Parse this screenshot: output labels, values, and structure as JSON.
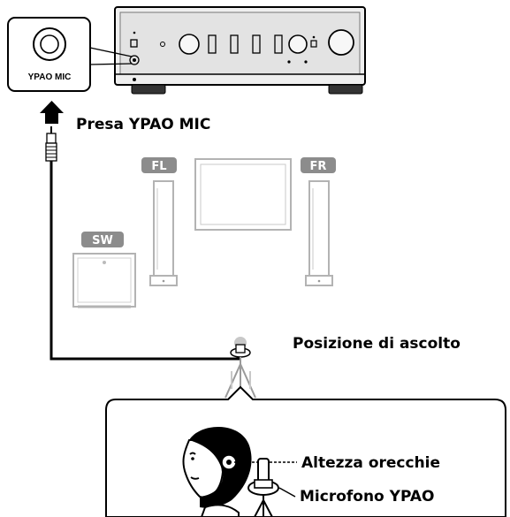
{
  "labels": {
    "mic_jack_inset": "YPAO MIC",
    "jack_callout": "Presa YPAO MIC",
    "listening_position": "Posizione di ascolto",
    "ear_height": "Altezza orecchie",
    "ypao_mic": "Microfono YPAO"
  },
  "speaker_tags": {
    "front_left": "FL",
    "front_right": "FR",
    "subwoofer": "SW"
  },
  "colors": {
    "outline": "#000000",
    "device_fill": "#e6e6e6",
    "speaker_outline": "#b3b3b3",
    "tag_fill": "#8c8c8c",
    "ghost_gray": "#c8c8c8"
  },
  "icons": {
    "arrow": "arrow-up-icon",
    "mic": "microphone-icon",
    "head": "listener-head-icon"
  }
}
